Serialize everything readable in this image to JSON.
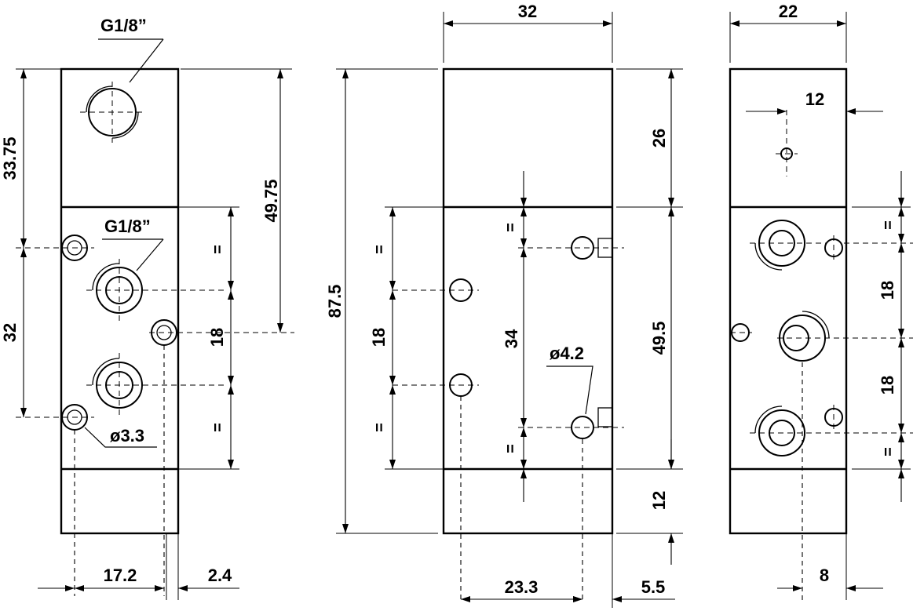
{
  "views": {
    "left": {
      "thread_top": "G1/8”",
      "thread_mid": "G1/8”",
      "dim_total_upper": "33.75",
      "dim_pitch": "32",
      "dim_height_center": "49.75",
      "dim_port_spacing": "18",
      "eq_upper": "=",
      "eq_lower": "=",
      "dim_hole_dia": "ø3.3",
      "dim_bottom_a": "17.2",
      "dim_bottom_b": "2.4"
    },
    "middle": {
      "dim_width": "32",
      "dim_total_height": "87.5",
      "dim_top_block": "26",
      "dim_center_block": "49.5",
      "dim_bottom_block": "12",
      "dim_left_spacing": "18",
      "dim_mount_spacing": "34",
      "eq_left_upper": "=",
      "eq_left_lower": "=",
      "eq_right_upper": "=",
      "eq_right_lower": "=",
      "dim_hole_dia": "ø4.2",
      "dim_bottom_a": "23.3",
      "dim_bottom_b": "5.5"
    },
    "right": {
      "dim_width": "22",
      "dim_top_offset": "12",
      "dim_spacing_upper": "18",
      "dim_spacing_lower": "18",
      "eq_upper": "=",
      "eq_lower": "=",
      "dim_bottom": "8"
    }
  }
}
